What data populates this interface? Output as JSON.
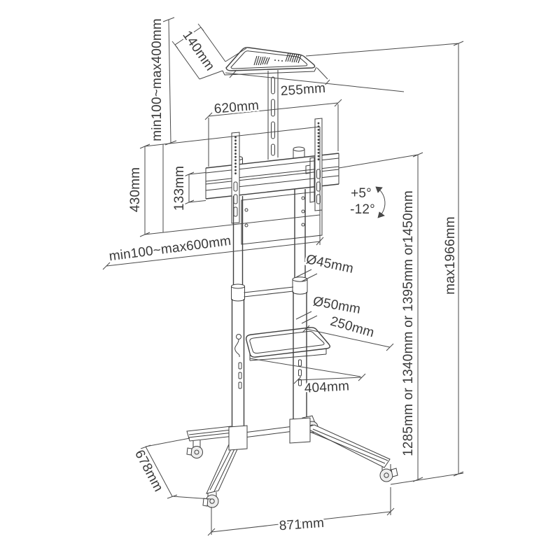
{
  "diagram": {
    "name": "tv-floor-stand-dimension-drawing",
    "colors": {
      "line": "#3f3f3f",
      "background": "#ffffff",
      "text": "#3a3a3a"
    },
    "labels": {
      "tray_depth": "140mm",
      "tray_height_range": "min100~max400mm",
      "tray_width": "255mm",
      "crossbar_width": "620mm",
      "vesa_height": "430mm",
      "rail_height": "133mm",
      "vesa_width_range": "min100~max600mm",
      "tilt_up": "+5°",
      "tilt_down": "-12°",
      "upper_pole_diameter": "Ø45mm",
      "lower_pole_diameter": "Ø50mm",
      "shelf_depth": "250mm",
      "shelf_width": "404mm",
      "column_height_options": "1285mm or 1340mm or 1395mm or1450mm",
      "max_height": "max1966mm",
      "base_depth": "678mm",
      "base_width": "871mm"
    }
  }
}
